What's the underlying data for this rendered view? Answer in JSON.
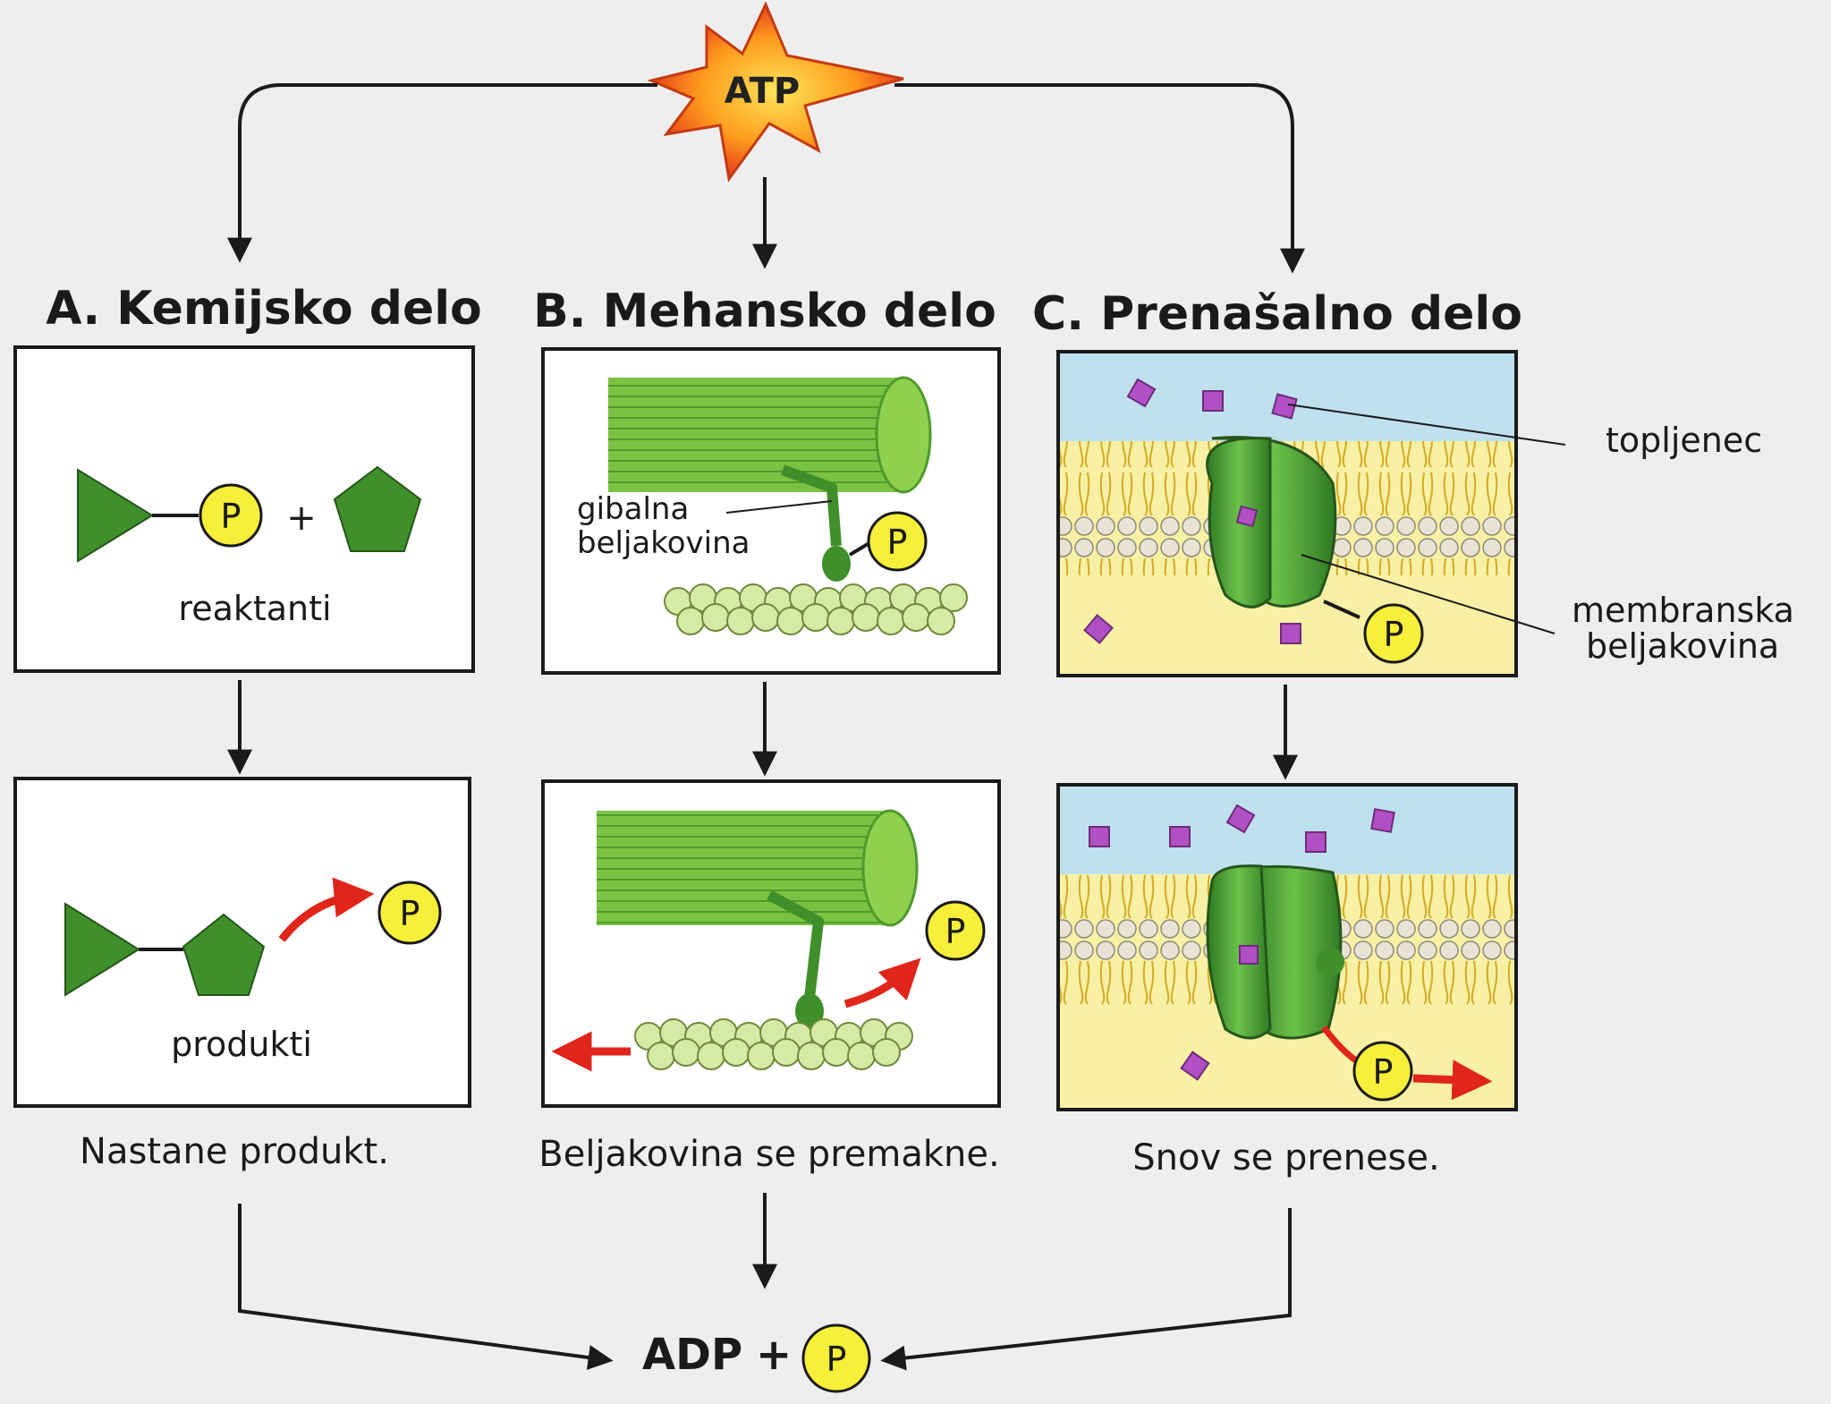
{
  "start": {
    "label": "ATP"
  },
  "panels": {
    "a": {
      "title": "A. Kemijsko delo",
      "top_label": "reaktanti",
      "bottom_label": "produkti",
      "caption": "Nastane produkt.",
      "plus": "+"
    },
    "b": {
      "title": "B. Mehansko delo",
      "motor_label_1": "gibalna",
      "motor_label_2": "beljakovina",
      "caption": "Beljakovina se premakne."
    },
    "c": {
      "title": "C. Prenašalno delo",
      "solute_label": "topljenec",
      "membrane_protein_label_1": "membranska",
      "membrane_protein_label_2": "beljakovina",
      "caption": "Snov se prenese."
    }
  },
  "phosphate_symbol": "P",
  "result": {
    "adp": "ADP",
    "plus": "+"
  },
  "colors": {
    "green": "#3f8f2a",
    "filament": "#7cc242",
    "actin": "#d6eaa6",
    "phosphate_fill": "#f7ef3a",
    "arrow_red": "#e0251b",
    "solute": "#b14fc4",
    "water": "#bfe1ee",
    "cytoplasm": "#f8f0a4",
    "lipid": "#e6c43c"
  },
  "icons": [
    "starburst-icon",
    "triangle-icon",
    "pentagon-icon",
    "phosphate-icon",
    "arrow-icon"
  ]
}
